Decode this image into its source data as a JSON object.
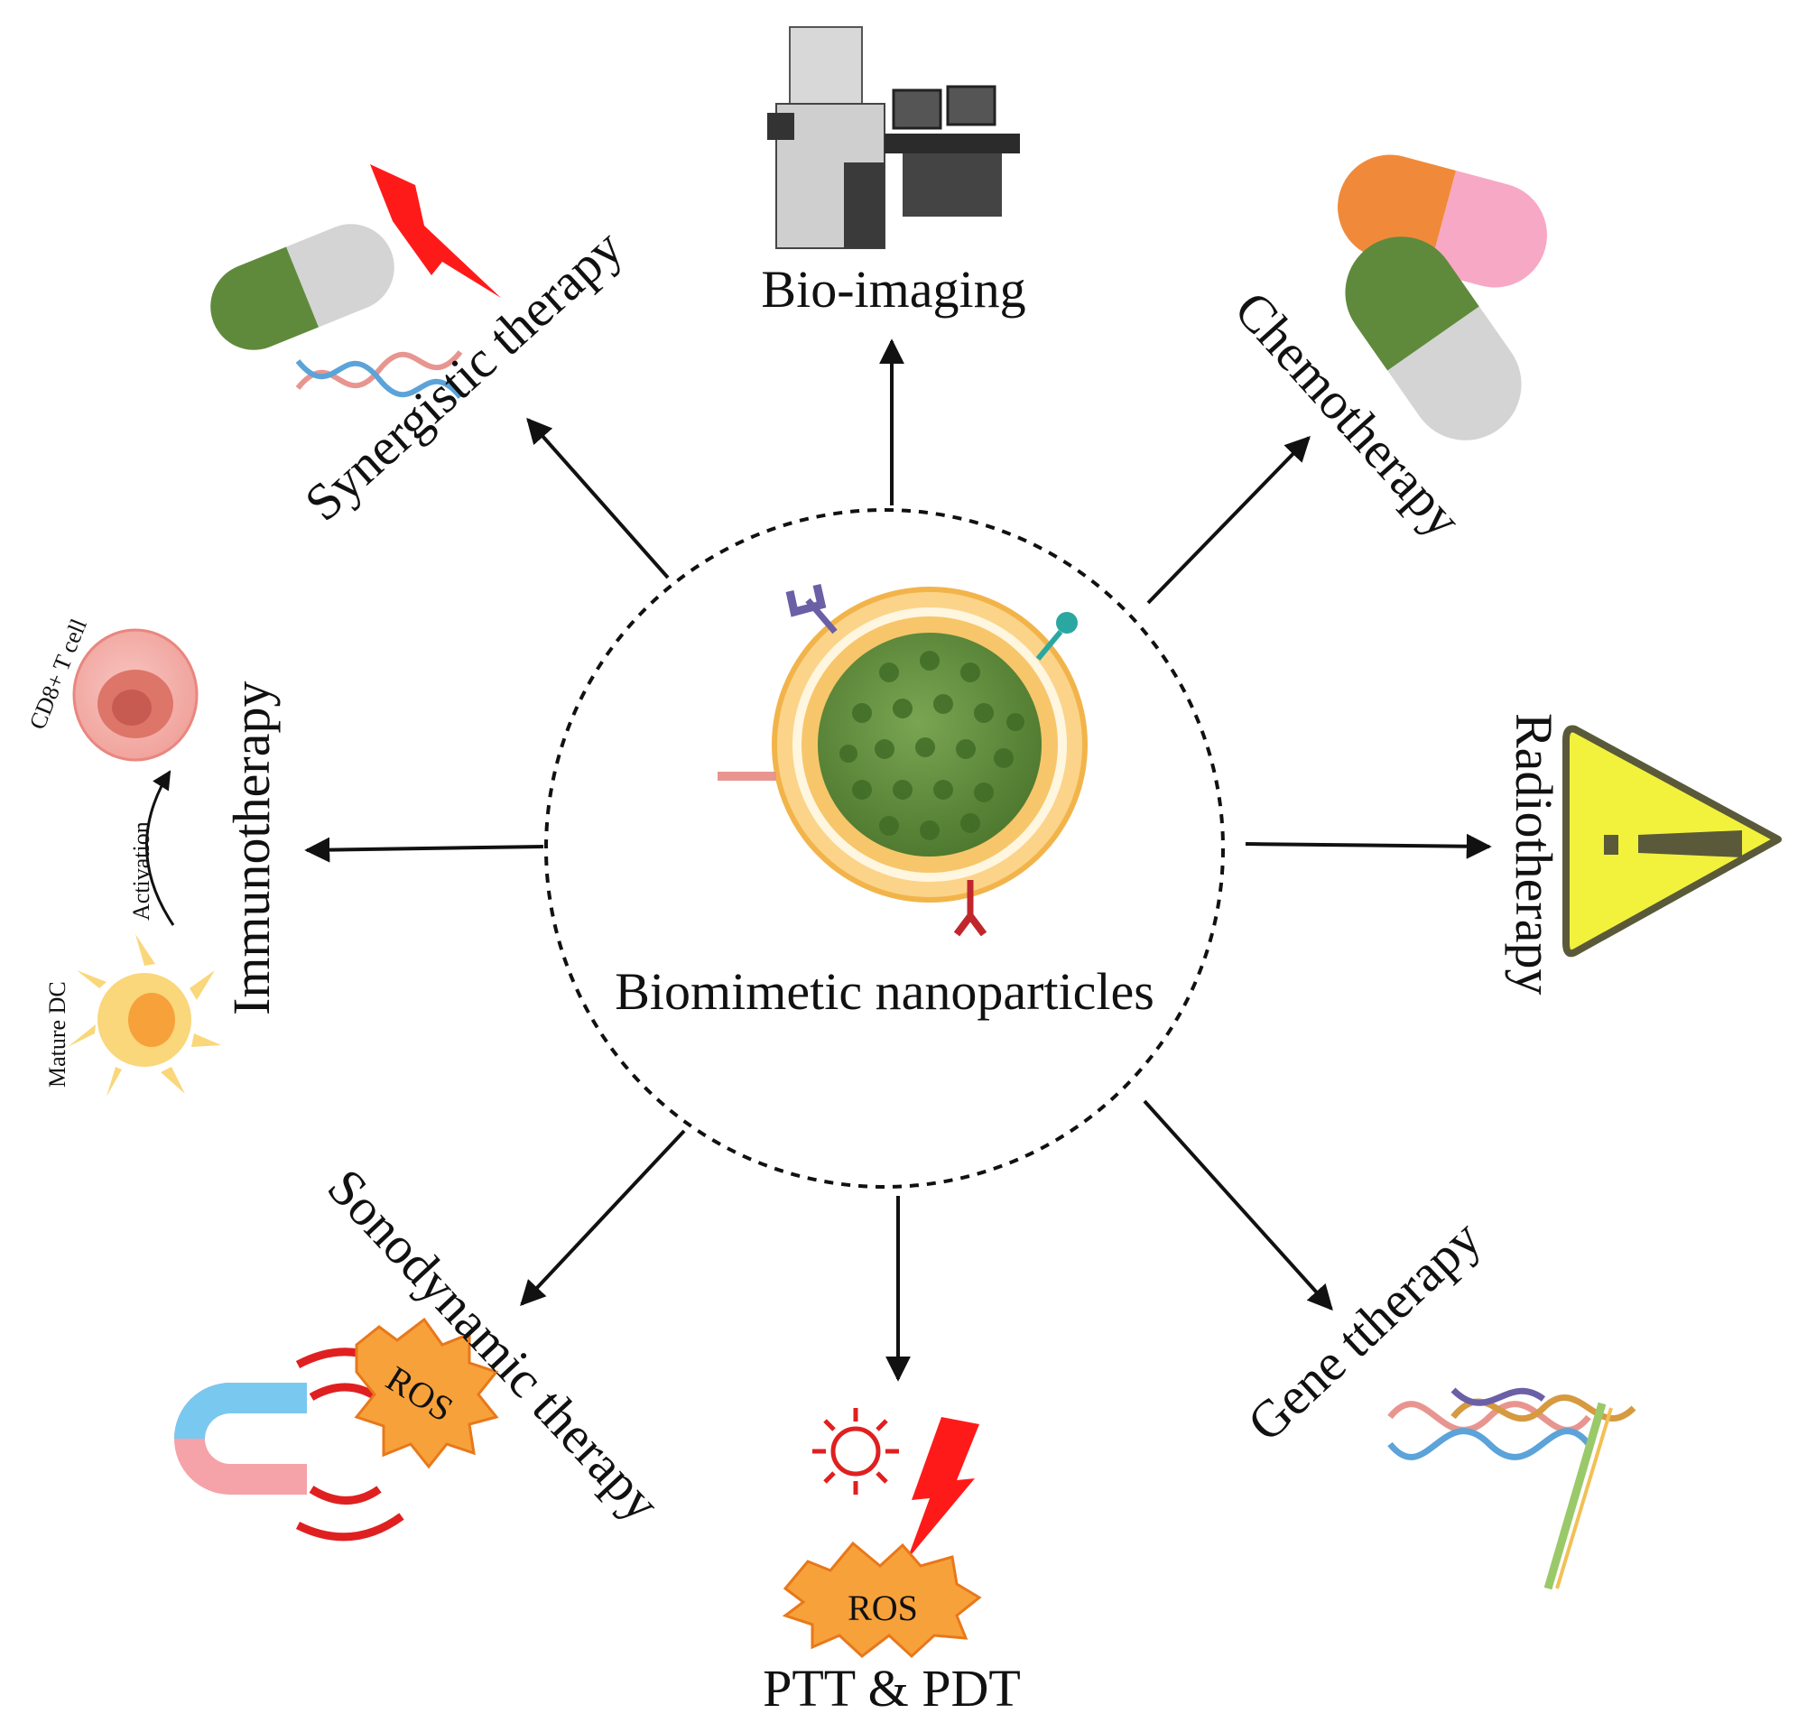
{
  "center": {
    "label": "Biomimetic nanoparticles"
  },
  "branches": {
    "bioimaging": {
      "label": "Bio-imaging",
      "icon": "microscope-workstation-icon"
    },
    "chemotherapy": {
      "label": "Chemotherapy",
      "icon": "capsules-icon"
    },
    "radiotherapy": {
      "label": "Radiotherapy",
      "icon": "warning-triangle-icon"
    },
    "gene": {
      "label": "Gene ttherapy",
      "icon": "dna-helix-icon"
    },
    "ptt_pdt": {
      "label": "PTT & PDT",
      "icon": "sun-lightning-ros-icon",
      "ros": "ROS"
    },
    "sonodynamic": {
      "label": "Sonodynamic therapy",
      "icon": "magnet-ros-icon",
      "ros": "ROS"
    },
    "immunotherapy": {
      "label": "Immunotherapy",
      "icon": "immune-cells-icon",
      "cell_top": "CD8+ T cell",
      "cell_bottom": "Mature DC",
      "arrow_label": "Activation"
    },
    "synergistic": {
      "label": "Synergistic therapy",
      "icon": "capsule-dna-lightning-icon"
    }
  },
  "colors": {
    "nanoparticle_core": "#5f8a3c",
    "membrane": "#f2b44a",
    "warning_fill": "#f2f23c",
    "lightning": "#ff1a1a",
    "ros_burst": "#f7a13b"
  }
}
